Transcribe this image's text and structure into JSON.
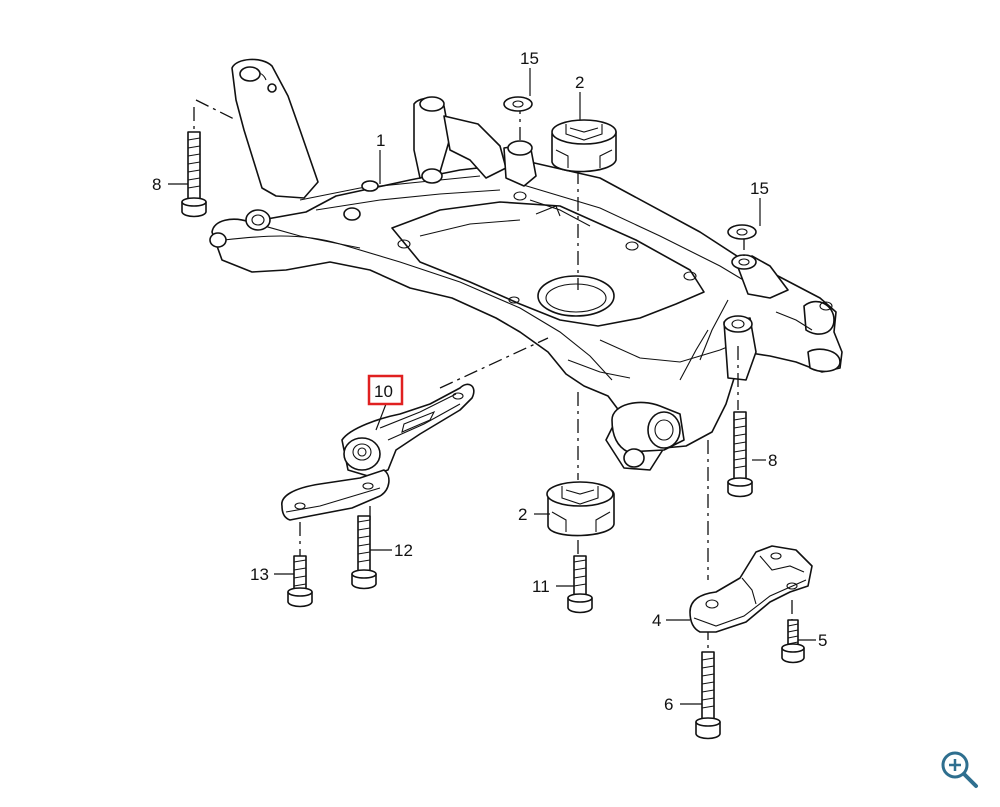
{
  "callouts": {
    "subframe": "1",
    "bushing_top": "2",
    "bushing_bottom": "2",
    "bracket_mount": "4",
    "bracket_bolt": "5",
    "bracket_long_bolt": "6",
    "bolt_left": "8",
    "bolt_right": "8",
    "highlighted": "10",
    "bushing_bolt": "11",
    "support_bolt_long": "12",
    "support_bolt_short": "13",
    "washer_top": "15",
    "washer_right": "15"
  },
  "colors": {
    "highlight": "#e02020",
    "line": "#111111",
    "zoom_icon": "#2f6f8f"
  },
  "icons": {
    "zoom": "zoom-in-icon"
  }
}
